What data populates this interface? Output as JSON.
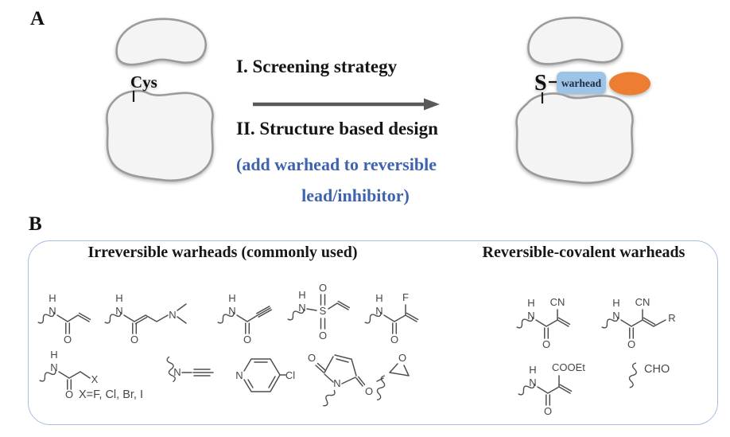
{
  "panel_a": {
    "label": "A",
    "protein": {
      "cys_label": "Cys",
      "s_label": "S",
      "warhead_label": "warhead"
    },
    "steps": {
      "line1": "I. Screening strategy",
      "line2": "II. Structure based design",
      "line3": "(add warhead to reversible",
      "line4": "lead/inhibitor)"
    }
  },
  "panel_b": {
    "label": "B",
    "left_header": "Irreversible warheads (commonly used)",
    "right_header": "Reversible-covalent warheads",
    "atoms": {
      "N": "N",
      "H": "H",
      "O": "O",
      "S": "S",
      "F": "F",
      "X": "X",
      "Cl": "Cl",
      "CN": "CN",
      "R": "R",
      "COOEt": "COOEt",
      "CHO": "CHO"
    },
    "halide_note": "X=F, Cl, Br, I"
  },
  "colors": {
    "accent-blue-text": "#3f63ae",
    "warhead-box": "#9dc3e6",
    "warhead-text": "#1f2a44",
    "ligand-orange": "#ed7d31",
    "panel-border": "#a9bce4",
    "arrow-gray": "#595959",
    "blob-fill": "#f4f4f4",
    "blob-stroke": "#9b9b9b",
    "bond-gray": "#4f4f4f"
  }
}
